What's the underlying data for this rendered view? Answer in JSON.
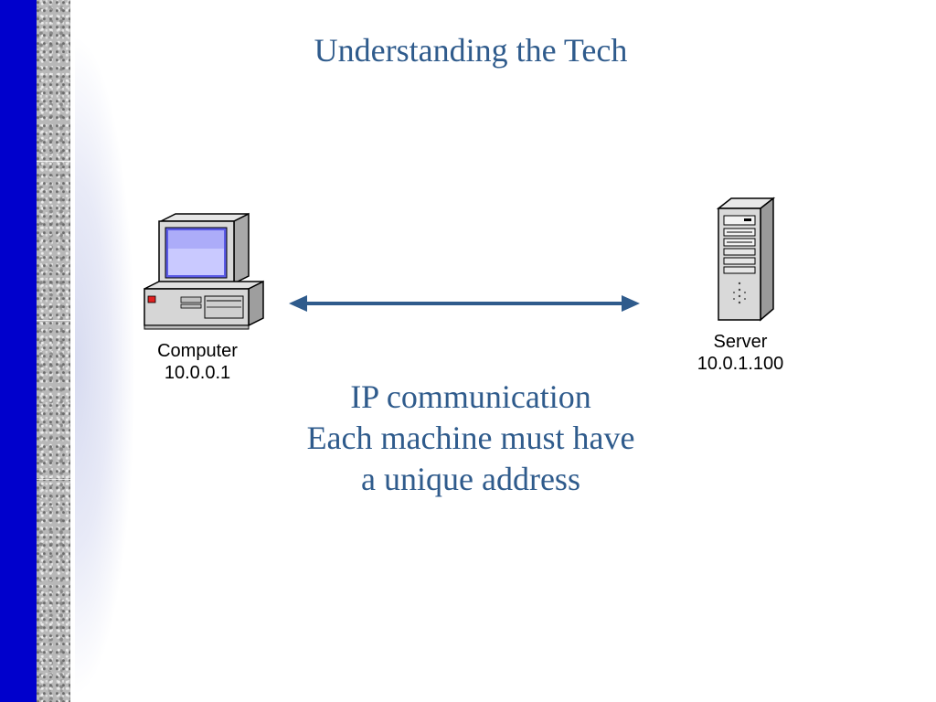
{
  "slide": {
    "title": "Understanding the Tech"
  },
  "computer": {
    "label": "Computer",
    "address": "10.0.0.1",
    "icon": "desktop-computer-icon"
  },
  "server": {
    "label": "Server",
    "address": "10.0.1.100",
    "icon": "server-tower-icon"
  },
  "link": {
    "type": "bidirectional-arrow",
    "color": "#2f5b8c"
  },
  "caption": {
    "line1": "IP communication",
    "line2": "Each machine must have",
    "line3": "a unique address"
  },
  "colors": {
    "accent_bar": "#0000cc",
    "text_blue": "#2f5b8c"
  }
}
